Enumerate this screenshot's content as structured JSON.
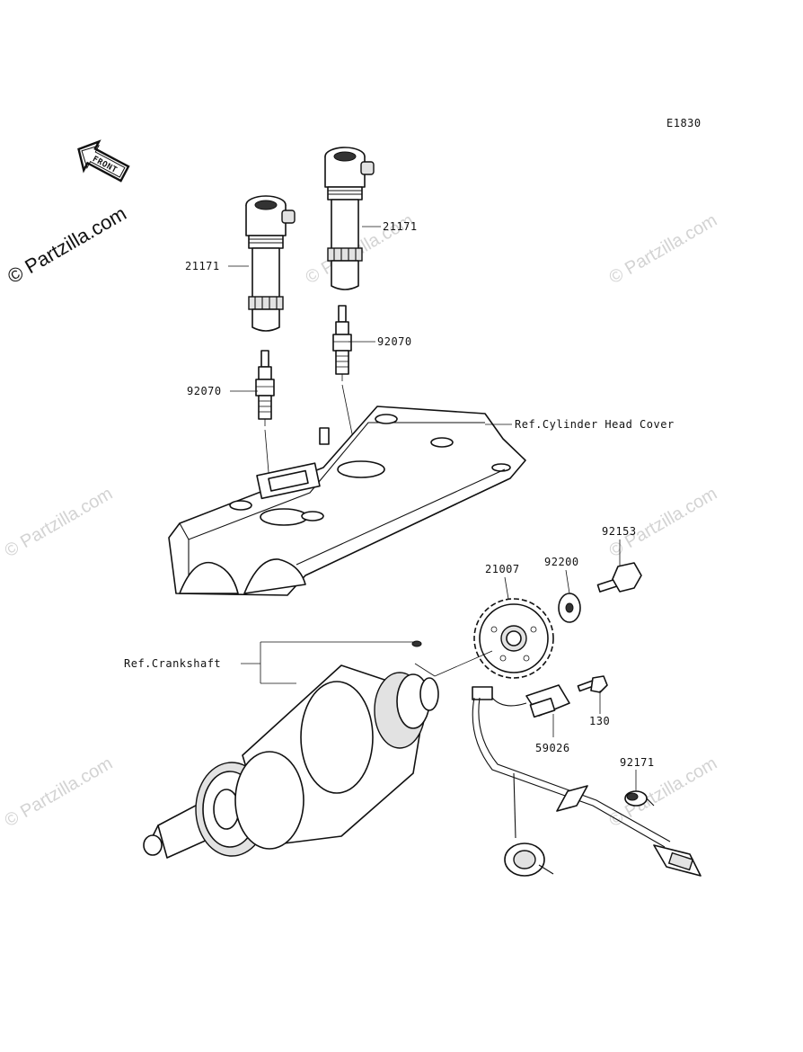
{
  "diagram_code": "E1830",
  "front_label": "FRONT",
  "watermark": "© Partzilla.com",
  "watermark_side": "© Partzilla.com",
  "callouts": {
    "ignition_coil_left": "21171",
    "ignition_coil_right": "21171",
    "spark_plug_left": "92070",
    "spark_plug_right": "92070",
    "cylinder_head_cover_ref": "Ref.Cylinder Head Cover",
    "bolt": "92153",
    "washer": "92200",
    "rotor": "21007",
    "crankshaft_ref": "Ref.Crankshaft",
    "sensor_bolt": "130",
    "pickup_coil": "59026",
    "clamp": "92171"
  }
}
